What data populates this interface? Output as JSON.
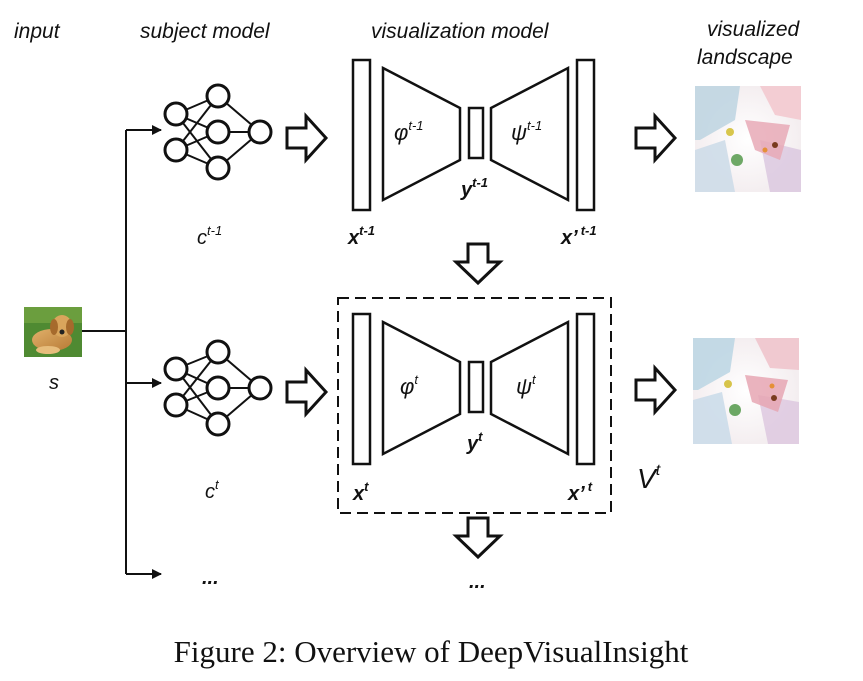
{
  "headers": {
    "input": "input",
    "subject_model": "subject model",
    "visualization_model": "visualization model",
    "visualized_line1": "visualized",
    "visualized_line2": "landscape"
  },
  "input_label": "s",
  "labels": {
    "c_prev": "c",
    "c_prev_sup": "t-1",
    "c_cur": "c",
    "c_cur_sup": "t",
    "x_prev": "x",
    "x_prev_sup": "t-1",
    "y_prev": "y",
    "y_prev_sup": "t-1",
    "xp_prev": "x’",
    "xp_prev_sup": "t-1",
    "phi_prev": "φ",
    "phi_prev_sup": "t-1",
    "psi_prev": "ψ",
    "psi_prev_sup": "t-1",
    "x_cur": "x",
    "x_cur_sup": "t",
    "y_cur": "y",
    "y_cur_sup": "t",
    "xp_cur": "x’",
    "xp_cur_sup": "t",
    "phi_cur": "φ",
    "phi_cur_sup": "t",
    "psi_cur": "ψ",
    "psi_cur_sup": "t",
    "v_cur": "V",
    "v_cur_sup": "t",
    "ellipsis": "..."
  },
  "caption": "Figure 2: Overview of DeepVisualInsight"
}
